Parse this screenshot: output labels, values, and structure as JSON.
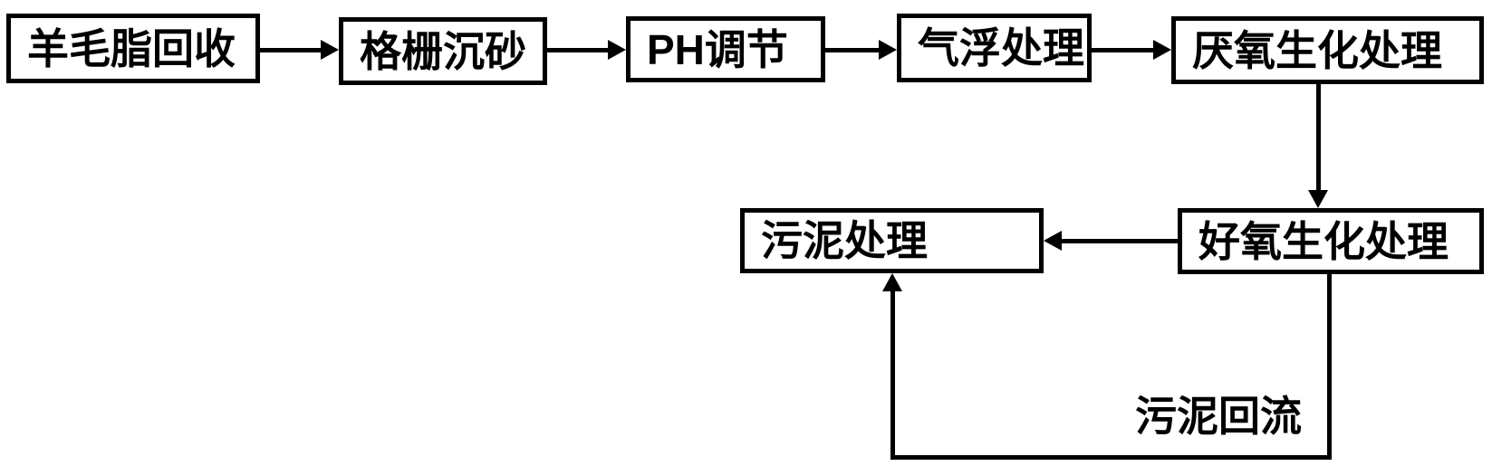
{
  "diagram": {
    "type": "flowchart",
    "background": "#ffffff",
    "colors": {
      "line": "#000000",
      "box_border": "#000000",
      "box_fill": "#ffffff",
      "text": "#000000"
    },
    "nodes": {
      "lanolin": {
        "label": "羊毛脂回收"
      },
      "grit": {
        "label": "格栅沉砂"
      },
      "ph": {
        "label": "PH调节"
      },
      "flotation": {
        "label": "气浮处理"
      },
      "anaerobic": {
        "label": "厌氧生化处理"
      },
      "aerobic": {
        "label": "好氧生化处理"
      },
      "sludge": {
        "label": "污泥处理"
      }
    },
    "labels": {
      "sludge_return": "污泥回流"
    },
    "edges": [
      {
        "from": "羊毛脂回收",
        "to": "格栅沉砂",
        "direction": "right"
      },
      {
        "from": "格栅沉砂",
        "to": "PH调节",
        "direction": "right"
      },
      {
        "from": "PH调节",
        "to": "气浮处理",
        "direction": "right"
      },
      {
        "from": "气浮处理",
        "to": "厌氧生化处理",
        "direction": "right"
      },
      {
        "from": "厌氧生化处理",
        "to": "好氧生化处理",
        "direction": "down"
      },
      {
        "from": "好氧生化处理",
        "to": "污泥处理",
        "direction": "left"
      },
      {
        "from": "好氧生化处理",
        "to": "污泥处理",
        "direction": "loop-bottom",
        "label": "污泥回流"
      }
    ]
  }
}
